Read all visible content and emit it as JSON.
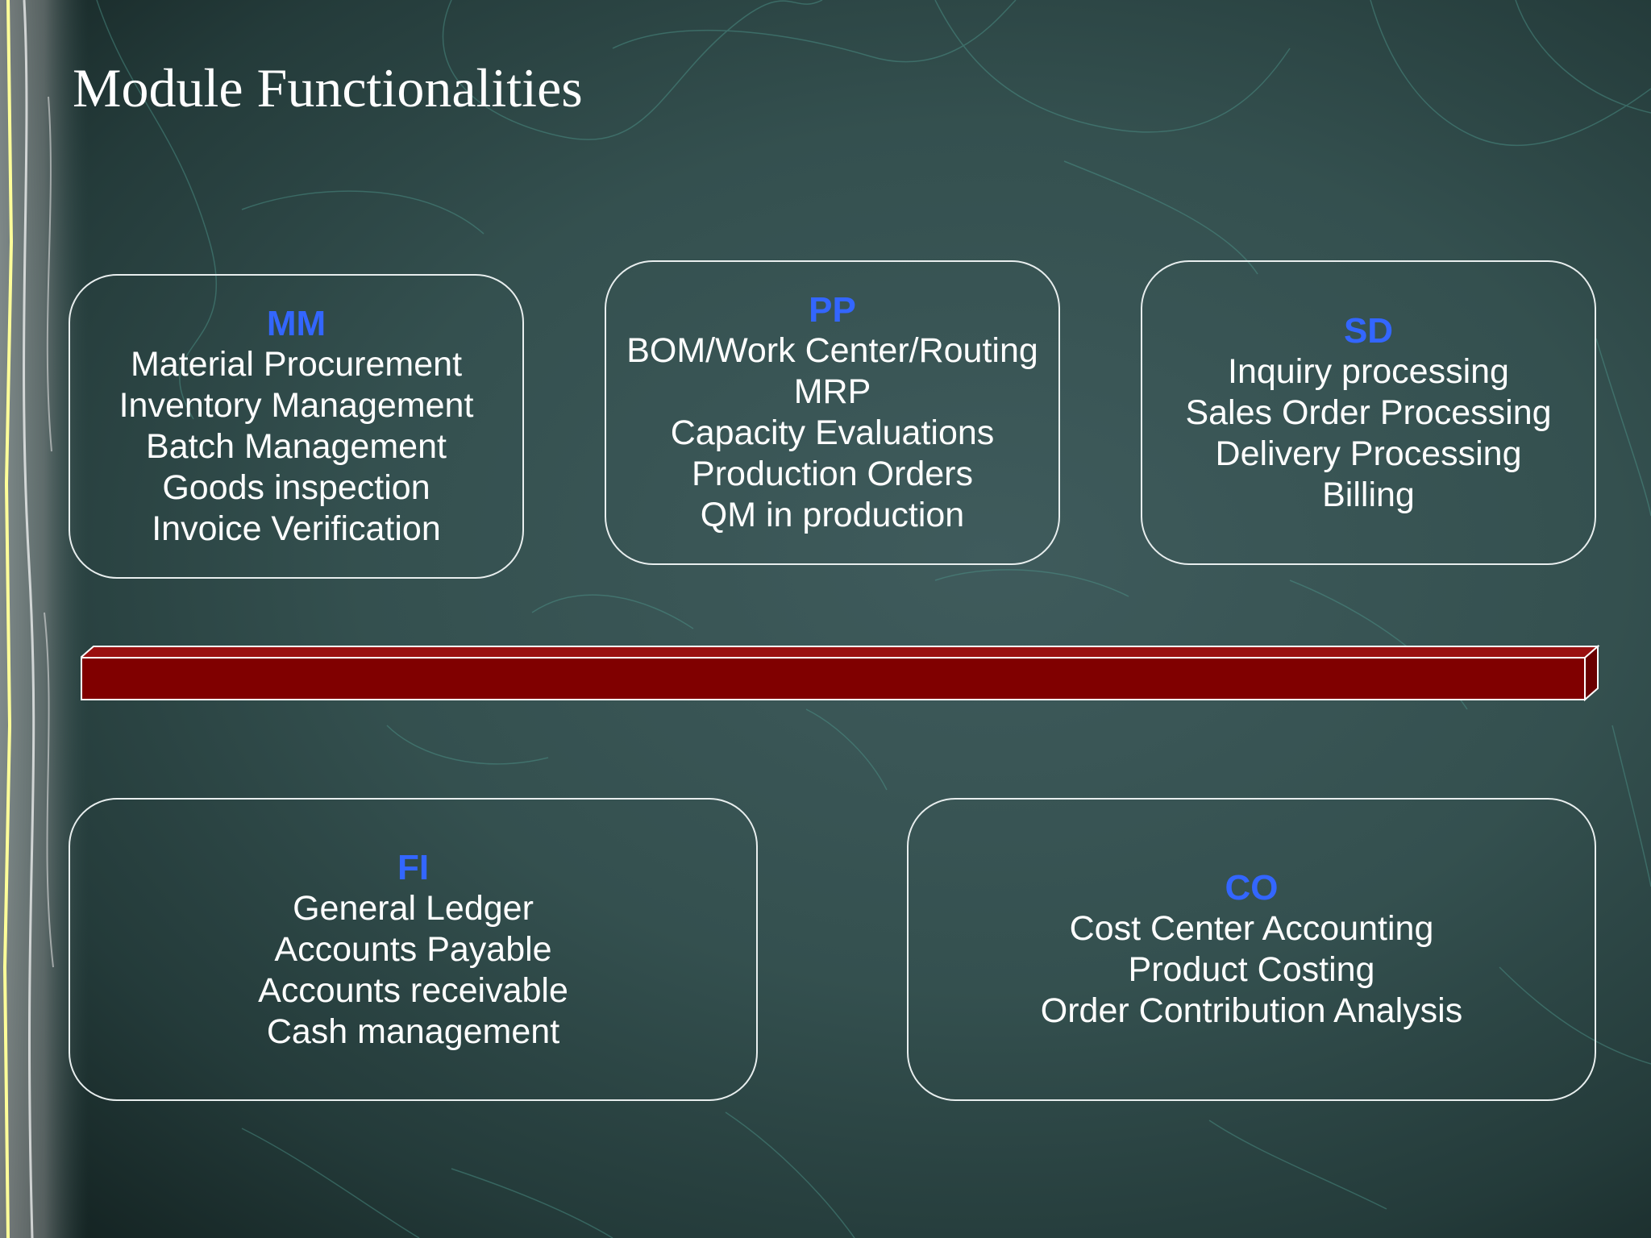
{
  "slide": {
    "title": "Module Functionalities"
  },
  "colors": {
    "background": "#34504f",
    "module_code": "#3366ff",
    "box_border": "#e8eeee",
    "integration_bar": "#800000"
  },
  "modules": [
    {
      "code": "MM",
      "items": [
        "Material Procurement",
        "Inventory Management",
        "Batch Management",
        "Goods inspection",
        "Invoice Verification"
      ]
    },
    {
      "code": "PP",
      "items": [
        "BOM/Work Center/Routing",
        "MRP",
        "Capacity Evaluations",
        "Production Orders",
        "QM in production"
      ]
    },
    {
      "code": "SD",
      "items": [
        "Inquiry processing",
        "Sales Order Processing",
        "Delivery Processing",
        "Billing"
      ]
    },
    {
      "code": "FI",
      "items": [
        "General Ledger",
        "Accounts Payable",
        "Accounts receivable",
        "Cash management"
      ]
    },
    {
      "code": "CO",
      "items": [
        "Cost Center Accounting",
        "Product Costing",
        "Order Contribution Analysis"
      ]
    }
  ]
}
